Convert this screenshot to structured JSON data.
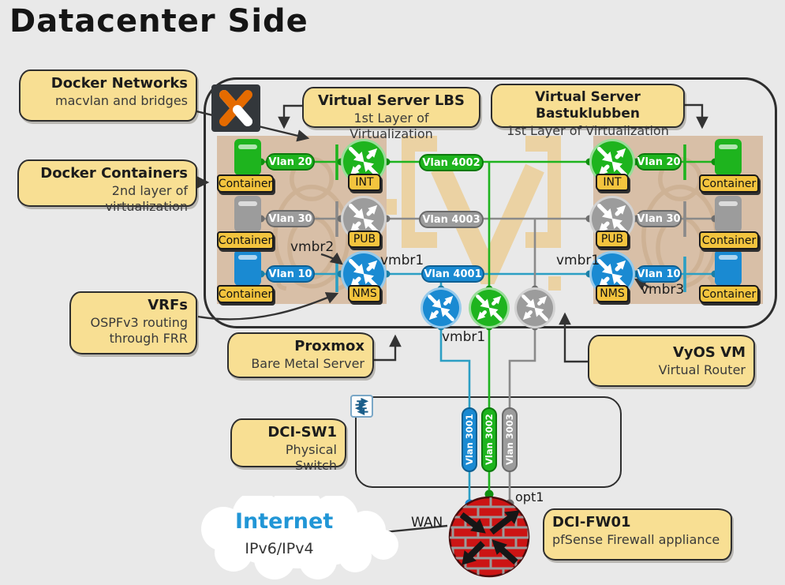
{
  "title": "Datacenter Side",
  "colors": {
    "bg": "#e9e9e9",
    "ink": "#2e2e2e",
    "note-bg": "#f8df93",
    "label-bg": "#f3c43e",
    "vm-bg": "#d8bfa7",
    "tux": "#c6a888",
    "green": "#1eb41e",
    "green-dark": "#0f8f0f",
    "gray": "#9c9c9c",
    "gray-dark": "#6e6e6e",
    "blue": "#1a8ad2",
    "blue-dark": "#0e6ca8",
    "teal": "#2b9fc4",
    "red": "#cc1414",
    "orange": "#e56b00",
    "logo-bg": "#33373b",
    "watermark": "#ecd09c",
    "internet-blue": "#2196d6",
    "switch-arrow": "#1b5e8a"
  },
  "callouts": {
    "docker_networks": {
      "title": "Docker Networks",
      "subtitle": "macvlan and bridges"
    },
    "docker_containers": {
      "title": "Docker Containers",
      "subtitle": "2nd layer of virtualization"
    },
    "vrfs": {
      "title": "VRFs",
      "line1": "OSPFv3 routing",
      "line2": "through FRR"
    },
    "virtual_server_lbs": {
      "title": "Virtual Server LBS",
      "subtitle": "1st Layer of Virtualization"
    },
    "virtual_server_bastuklubben": {
      "title": "Virtual Server Bastuklubben",
      "subtitle": "1st Layer of Virtualization"
    },
    "proxmox": {
      "title": "Proxmox",
      "subtitle": "Bare Metal Server"
    },
    "vyos_vm": {
      "title": "VyOS VM",
      "subtitle": "Virtual Router"
    },
    "dci_sw1": {
      "title": "DCI-SW1",
      "subtitle": "Physical Switch"
    },
    "dci_fw01": {
      "title": "DCI-FW01",
      "subtitle": "pfSense Firewall appliance"
    }
  },
  "vm_left": {
    "rows": [
      {
        "vlan": "Vlan 20",
        "vrf": "INT",
        "container": "Container"
      },
      {
        "vlan": "Vlan 30",
        "vrf": "PUB",
        "container": "Container"
      },
      {
        "vlan": "Vlan 10",
        "vrf": "NMS",
        "container": "Container"
      }
    ],
    "bridge_vmbr2": "vmbr2",
    "bridge_vmbr1": "vmbr1"
  },
  "vm_right": {
    "rows": [
      {
        "vlan": "Vlan 20",
        "vrf": "INT",
        "container": "Container"
      },
      {
        "vlan": "Vlan 30",
        "vrf": "PUB",
        "container": "Container"
      },
      {
        "vlan": "Vlan 10",
        "vrf": "NMS",
        "container": "Container"
      }
    ],
    "bridge_vmbr1": "vmbr1",
    "bridge_vmbr3": "vmbr3"
  },
  "trunk_vlans": [
    "Vlan 4002",
    "Vlan 4003",
    "Vlan 4001"
  ],
  "bottom_bridge": "vmbr1",
  "switch_vlans": [
    "Vlan 3001",
    "Vlan 3002",
    "Vlan 3003"
  ],
  "firewall": {
    "wan": "WAN",
    "opt": "opt1"
  },
  "internet": {
    "title": "Internet",
    "subtitle": "IPv6/IPv4"
  }
}
